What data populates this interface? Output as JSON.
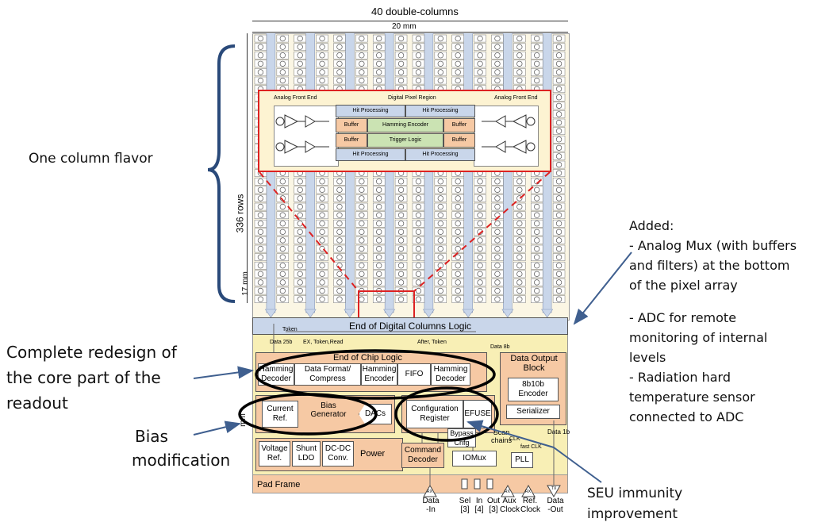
{
  "chip": {
    "width_label": "40 double-columns",
    "mm_width_label": "20 mm",
    "rows_label": "336 rows",
    "mm_height_label": "17 mm",
    "lower_mm_label": "mm"
  },
  "pixel_region": {
    "analog_left": "Analog Front End",
    "digital": "Digital Pixel Region",
    "analog_right": "Analog Front End",
    "hit_processing": "Hit Processing",
    "buffer": "Buffer",
    "hamming_encoder": "Hamming Encoder",
    "trigger_logic": "Trigger Logic"
  },
  "periphery": {
    "end_of_columns": "End of Digital Columns Logic",
    "token": "Token",
    "data_25b": "Data 25b",
    "token_read": "EX, Token,Read",
    "after_token": "After, Token",
    "data_8b": "Data 8b",
    "end_of_chip": "End of Chip Logic",
    "hamming_decoder": "Hamming Decoder",
    "data_format": "Data Format/ Compress",
    "hamming_encoder": "Hamming Encoder",
    "fifo": "FIFO",
    "data_output_block": "Data Output Block",
    "encoder_8b10b": "8b10b Encoder",
    "serializer": "Serializer",
    "current_ref": "Current Ref.",
    "bias_generator": "Bias Generator",
    "dacs": "DACs",
    "config_register": "Configuration Register",
    "efuse": "EFUSE",
    "bypass_cnfg": "Bypass Cnfg",
    "scan_chains": "Scan chains",
    "clk": "CLK",
    "fast_clk": "fast CLK",
    "data_1b": "Data 1b",
    "voltage_ref": "Voltage Ref.",
    "shunt_ldo": "Shunt LDO",
    "dcdc_conv": "DC-DC Conv.",
    "power": "Power",
    "command_decoder": "Command Decoder",
    "iomux": "IOMux",
    "pll": "PLL",
    "pad_frame": "Pad Frame",
    "rx": "RX",
    "tx": "TX",
    "pads": {
      "data_in": "Data -In",
      "sel": "Sel [3]",
      "in": "In [4]",
      "out": "Out [3]",
      "aux_clock": "Aux Clock",
      "ref_clock": "Ref. Clock",
      "data_out": "Data -Out"
    }
  },
  "annotations": {
    "one_column": "One column flavor",
    "added_title": "Added:",
    "added_1": "- Analog Mux (with buffers",
    "added_2": "and filters) at the bottom",
    "added_3": "of the pixel array",
    "adc_1": "- ADC for remote",
    "adc_2": "monitoring of internal",
    "adc_3": "levels",
    "rad_1": "- Radiation hard",
    "rad_2": "temperature sensor",
    "rad_3": "connected to ADC",
    "redesign_1": "Complete redesign of",
    "redesign_2": "the core part of the",
    "redesign_3": "readout",
    "bias_1": "Bias",
    "bias_2": "modification",
    "seu_1": "SEU immunity",
    "seu_2": "improvement"
  },
  "colors": {
    "chip_bg": "#fbf6e4",
    "periphery_bg": "#f8efb5",
    "blue_bar": "#c9d6ea",
    "orange": "#f6c9a4",
    "red": "#dd2222",
    "annotation_line": "#3f5f8f",
    "pad_frame": "#f6c9a4"
  }
}
